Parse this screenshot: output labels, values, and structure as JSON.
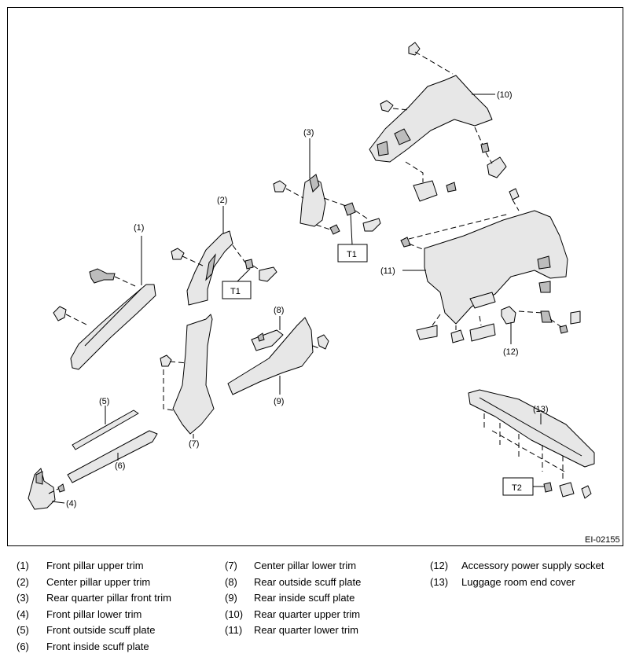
{
  "figure_code": "EI-02155",
  "callouts": {
    "p1": "(1)",
    "p2": "(2)",
    "p3": "(3)",
    "p4": "(4)",
    "p5": "(5)",
    "p6": "(6)",
    "p7": "(7)",
    "p8": "(8)",
    "p9": "(9)",
    "p10": "(10)",
    "p11": "(11)",
    "p12": "(12)",
    "p13": "(13)"
  },
  "torque_labels": {
    "t1a": "T1",
    "t1b": "T1",
    "t2": "T2"
  },
  "legend": {
    "col1": [
      {
        "num": "(1)",
        "text": "Front pillar upper trim"
      },
      {
        "num": "(2)",
        "text": "Center pillar upper trim"
      },
      {
        "num": "(3)",
        "text": "Rear quarter pillar front trim"
      },
      {
        "num": "(4)",
        "text": "Front pillar lower trim"
      },
      {
        "num": "(5)",
        "text": "Front outside scuff plate"
      },
      {
        "num": "(6)",
        "text": "Front inside scuff plate"
      }
    ],
    "col2": [
      {
        "num": "(7)",
        "text": "Center pillar lower trim"
      },
      {
        "num": "(8)",
        "text": "Rear outside scuff plate"
      },
      {
        "num": "(9)",
        "text": "Rear inside scuff plate"
      },
      {
        "num": "(10)",
        "text": "Rear quarter upper trim"
      },
      {
        "num": "(11)",
        "text": "Rear quarter lower trim"
      }
    ],
    "col3": [
      {
        "num": "(12)",
        "text": "Accessory power supply socket"
      },
      {
        "num": "(13)",
        "text": "Luggage room end cover"
      }
    ]
  }
}
